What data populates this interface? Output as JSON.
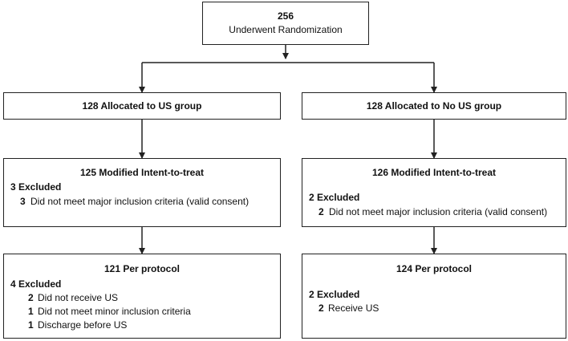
{
  "top": {
    "count": "256",
    "label": "Underwent Randomization"
  },
  "left": {
    "allocated": "128 Allocated to US group",
    "mitt": {
      "title": "125 Modified Intent-to-treat",
      "excluded": "3 Excluded",
      "reason_num": "3",
      "reason_text": "Did not meet major inclusion criteria (valid consent)"
    },
    "pp": {
      "title": "121 Per protocol",
      "excluded": "4 Excluded",
      "r1_num": "2",
      "r1_text": "Did not receive US",
      "r2_num": "1",
      "r2_text": "Did not meet minor inclusion criteria",
      "r3_num": "1",
      "r3_text": "Discharge before US"
    }
  },
  "right": {
    "allocated": "128 Allocated to No US group",
    "mitt": {
      "title": "126 Modified Intent-to-treat",
      "excluded": "2 Excluded",
      "reason_num": "2",
      "reason_text": "Did not meet major inclusion criteria (valid consent)"
    },
    "pp": {
      "title": "124 Per protocol",
      "excluded": "2 Excluded",
      "r1_num": "2",
      "r1_text": "Receive US"
    }
  }
}
